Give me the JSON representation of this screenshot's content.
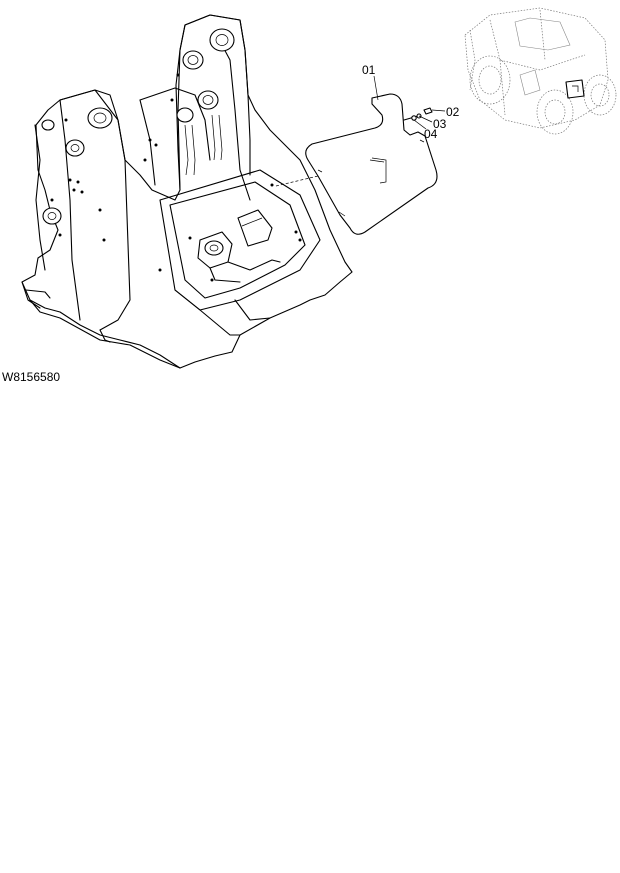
{
  "diagram": {
    "drawing_number": "W8156580",
    "callouts": [
      {
        "id": "callout-01",
        "label": "01"
      },
      {
        "id": "callout-02",
        "label": "02"
      },
      {
        "id": "callout-03",
        "label": "03"
      },
      {
        "id": "callout-04",
        "label": "04"
      }
    ]
  }
}
